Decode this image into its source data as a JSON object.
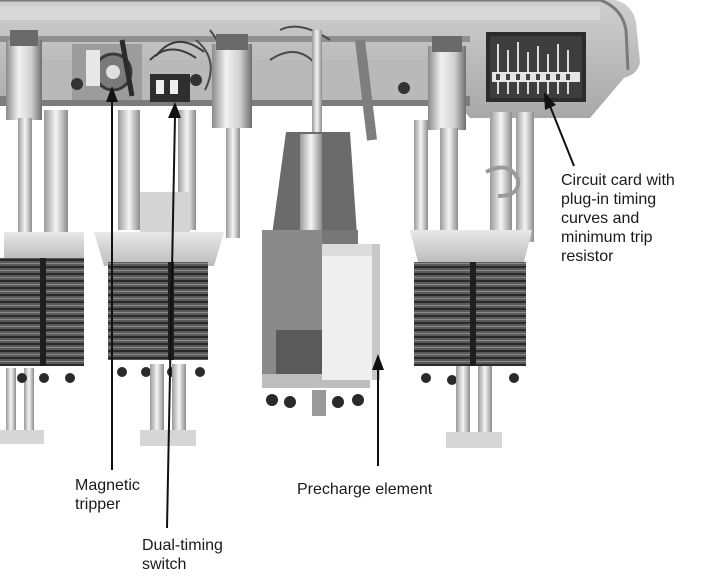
{
  "labels": {
    "magnetic_tripper": "Magnetic\ntripper",
    "dual_timing_switch": "Dual-timing\nswitch",
    "precharge_element": "Precharge element",
    "circuit_card": "Circuit card with\nplug-in timing\ncurves and\nminimum trip\nresistor"
  },
  "colors": {
    "ink": "#1a1a1a",
    "background": "#ffffff"
  }
}
